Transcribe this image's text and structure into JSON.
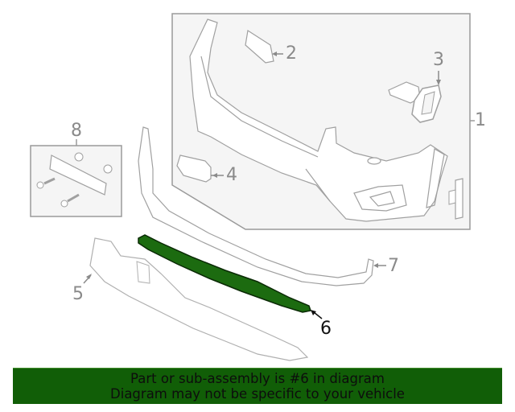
{
  "diagram": {
    "highlighted_part": "6",
    "highlight_color": "#1c6b10",
    "line_color": "#9a9a9a",
    "panel_fill": "#f5f5f5",
    "callouts": [
      {
        "id": "1",
        "label": "1"
      },
      {
        "id": "2",
        "label": "2"
      },
      {
        "id": "3",
        "label": "3"
      },
      {
        "id": "4",
        "label": "4"
      },
      {
        "id": "5",
        "label": "5"
      },
      {
        "id": "6",
        "label": "6"
      },
      {
        "id": "7",
        "label": "7"
      },
      {
        "id": "8",
        "label": "8"
      }
    ]
  },
  "banner": {
    "line1": "Part or sub-assembly is #6 in diagram",
    "line2": "Diagram may not be specific to your vehicle",
    "background": "#115e07"
  }
}
